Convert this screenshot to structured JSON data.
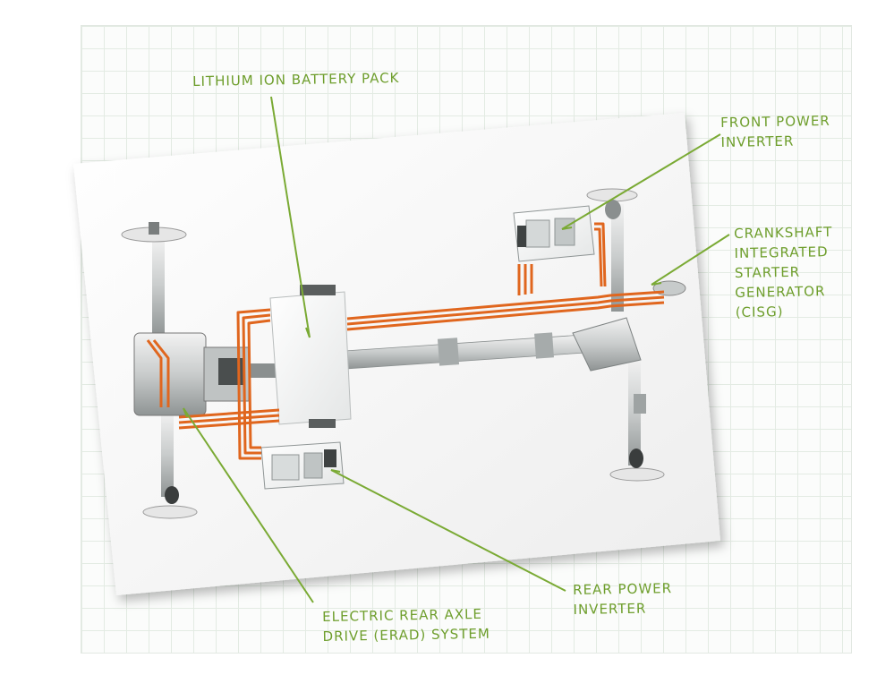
{
  "colors": {
    "accent": "#6e9e2c",
    "cable": "#e0661e",
    "grid": "#e3ebe3"
  },
  "labels": {
    "battery": "LITHIUM ION BATTERY PACK",
    "front_inverter": [
      "FRONT POWER",
      "INVERTER"
    ],
    "cisg": [
      "CRANKSHAFT",
      "INTEGRATED",
      "STARTER",
      "GENERATOR",
      "(CISG)"
    ],
    "rear_inverter": [
      "REAR POWER",
      "INVERTER"
    ],
    "erad": [
      "ELECTRIC REAR AXLE",
      "DRIVE (ERAD) SYSTEM"
    ]
  }
}
